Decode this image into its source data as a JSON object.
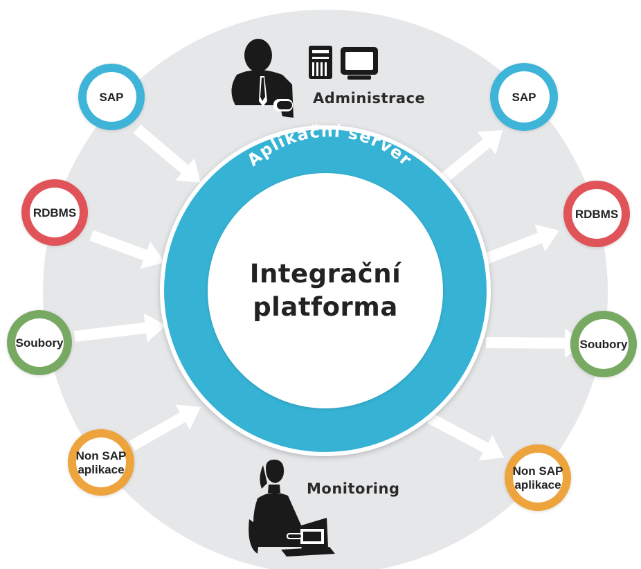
{
  "colors": {
    "background_disc": "#e6e7e9",
    "ring": "#35b2d4",
    "sap": "#3cb4d8",
    "rdbms": "#e05258",
    "soubory": "#78a964",
    "non_sap": "#eea43c",
    "arrow": "#ffffff",
    "silhouette": "#1a1a1a"
  },
  "ring_title": "Aplikační server",
  "core": {
    "line1": "Integrační",
    "line2": "platforma"
  },
  "roles": {
    "admin": {
      "label": "Administrace",
      "icons": [
        "businessman-silhouette-icon",
        "server-tower-icon",
        "monitor-icon"
      ]
    },
    "monitor": {
      "label": "Monitoring",
      "icons": [
        "businesswoman-laptop-icon"
      ]
    }
  },
  "sources": [
    {
      "id": "sap",
      "lines": [
        "SAP"
      ],
      "color": "#3cb4d8"
    },
    {
      "id": "rdbms",
      "lines": [
        "RDBMS"
      ],
      "color": "#e05258"
    },
    {
      "id": "soubory",
      "lines": [
        "Soubory"
      ],
      "color": "#78a964"
    },
    {
      "id": "non-sap",
      "lines": [
        "Non SAP",
        "aplikace"
      ],
      "color": "#eea43c"
    }
  ],
  "targets": [
    {
      "id": "sap",
      "lines": [
        "SAP"
      ],
      "color": "#3cb4d8"
    },
    {
      "id": "rdbms",
      "lines": [
        "RDBMS"
      ],
      "color": "#e05258"
    },
    {
      "id": "soubory",
      "lines": [
        "Soubory"
      ],
      "color": "#78a964"
    },
    {
      "id": "non-sap",
      "lines": [
        "Non SAP",
        "aplikace"
      ],
      "color": "#eea43c"
    }
  ]
}
